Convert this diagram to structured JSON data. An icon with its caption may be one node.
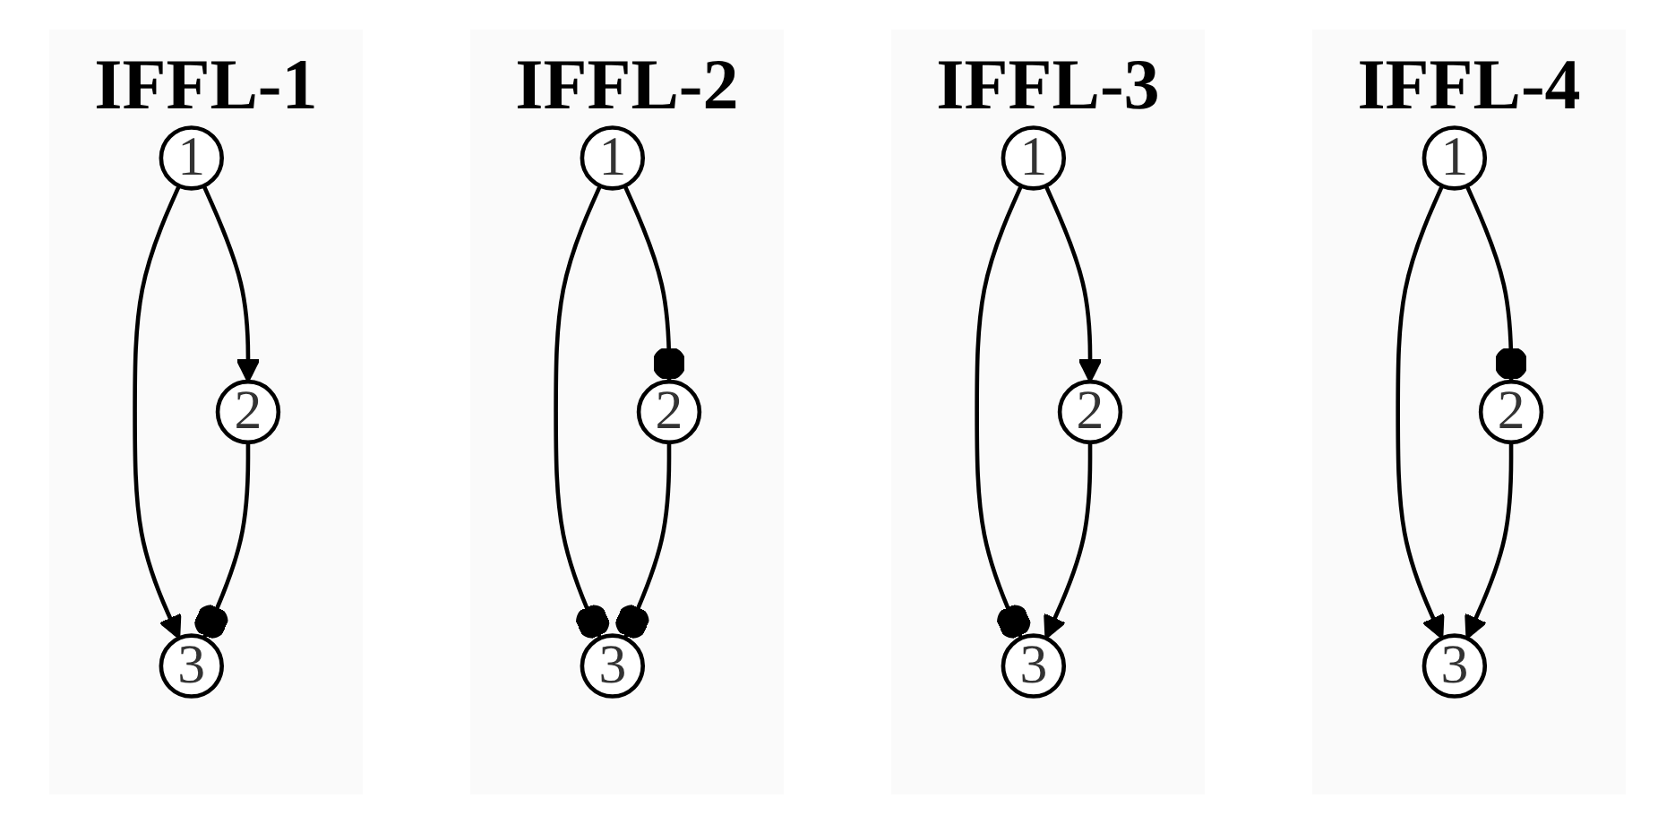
{
  "diagram": {
    "nodes": [
      {
        "text": [
          "IFFL-1"
        ]
      },
      {
        "text": [
          "1"
        ],
        "in": 0
      },
      {
        "text": [
          "2"
        ],
        "in": 0
      },
      {
        "text": [
          "3"
        ],
        "in": 0
      },
      {
        "text": [
          "IFFL-2"
        ]
      },
      {
        "text": [
          "1"
        ],
        "in": 4
      },
      {
        "text": [
          "2"
        ],
        "in": 4
      },
      {
        "text": [
          "3"
        ],
        "in": 4
      },
      {
        "text": [
          "IFFL-3"
        ]
      },
      {
        "text": [
          "1"
        ],
        "in": 8
      },
      {
        "text": [
          "2"
        ],
        "in": 8
      },
      {
        "text": [
          "3"
        ],
        "in": 8
      },
      {
        "text": [
          "IFFL-4"
        ]
      },
      {
        "text": [
          "1"
        ],
        "in": 12
      },
      {
        "text": [
          "2"
        ],
        "in": 12
      },
      {
        "text": [
          "3"
        ],
        "in": 12
      }
    ],
    "edges": [
      {
        "from": 1,
        "to": 2,
        "arrow": "to"
      },
      {
        "from": 1,
        "to": 3,
        "arrow": "to"
      },
      {
        "from": 2,
        "to": 3,
        "arrow": "other"
      },
      {
        "from": 5,
        "to": 6,
        "arrow": "other"
      },
      {
        "from": 5,
        "to": 7,
        "arrow": "other"
      },
      {
        "from": 6,
        "to": 7,
        "arrow": "other"
      },
      {
        "from": 9,
        "to": 10,
        "arrow": "to"
      },
      {
        "from": 9,
        "to": 11,
        "arrow": "other"
      },
      {
        "from": 10,
        "to": 11,
        "arrow": "to"
      },
      {
        "from": 13,
        "to": 14,
        "arrow": "other"
      },
      {
        "from": 13,
        "to": 15,
        "arrow": "to"
      },
      {
        "from": 14,
        "to": 15,
        "arrow": "to"
      }
    ]
  }
}
